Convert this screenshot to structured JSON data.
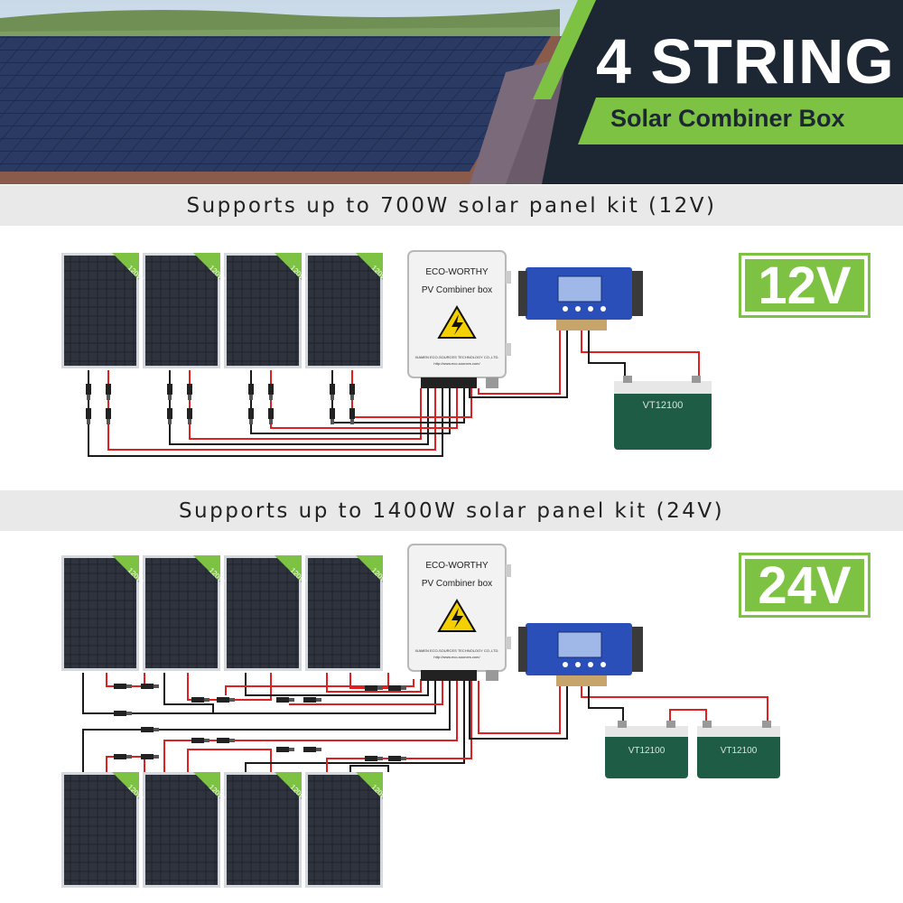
{
  "hero": {
    "title": "4 STRING",
    "subtitle": "Solar Combiner Box"
  },
  "section_12v": {
    "banner": "Supports up to 700W solar panel kit (12V)",
    "voltage": "12V",
    "panel_watt": "120W",
    "combiner": {
      "brand": "ECO-WORTHY",
      "name": "PV Combiner box",
      "maker": "XIAMEN ECO-SOURCES TECHNOLOGY CO.,LTD.",
      "url": "http://www.eco-sources.com/"
    },
    "battery_model": "VT12100"
  },
  "section_24v": {
    "banner": "Supports up to 1400W solar panel kit (24V)",
    "voltage": "24V",
    "panel_watt": "120W",
    "combiner": {
      "brand": "ECO-WORTHY",
      "name": "PV Combiner box",
      "maker": "XIAMEN ECO-SOURCES TECHNOLOGY CO.,LTD.",
      "url": "http://www.eco-sources.com/"
    },
    "battery_model": "VT12100"
  },
  "colors": {
    "accent_green": "#7dc242",
    "wire_red": "#e02020",
    "wire_black": "#1a1a1a",
    "hero_dark": "#1d2733",
    "controller_blue": "#2b4fb8",
    "battery_green": "#1f5c46"
  }
}
